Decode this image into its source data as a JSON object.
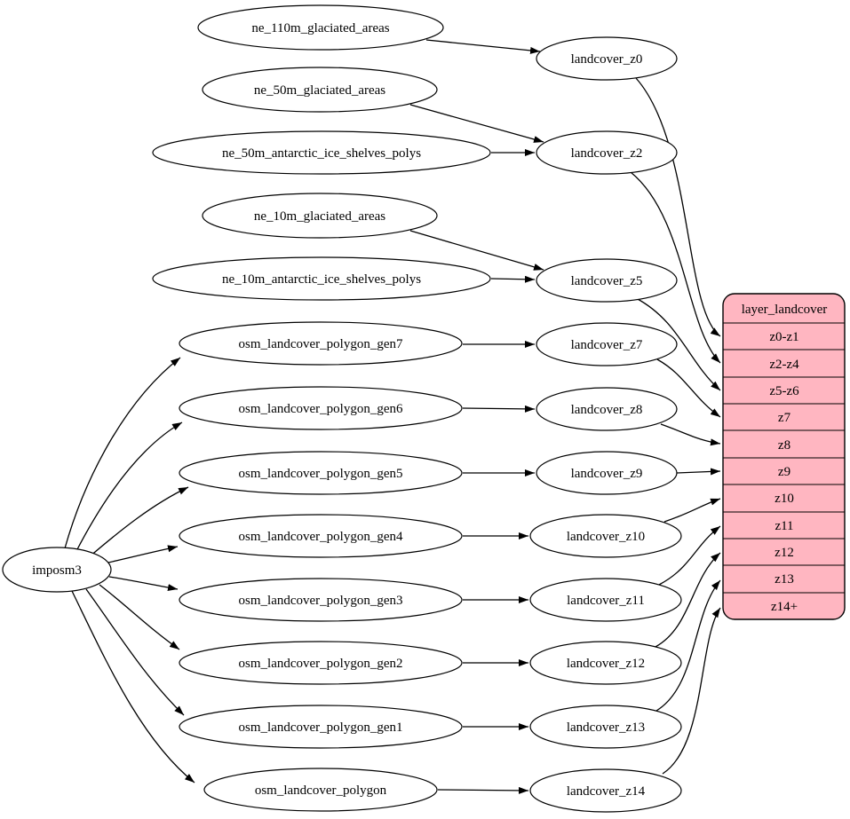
{
  "diagram": {
    "kind": "dependency-graph",
    "background_color": "#ffffff",
    "node_fill": "#ffffff",
    "edge_color": "#000000",
    "record_fill": "#ffb6c1"
  },
  "nodes": {
    "imposm3": {
      "label": "imposm3"
    },
    "ne_110m_glaciated_areas": {
      "label": "ne_110m_glaciated_areas"
    },
    "ne_50m_glaciated_areas": {
      "label": "ne_50m_glaciated_areas"
    },
    "ne_50m_antarctic_ice_shelves_polys": {
      "label": "ne_50m_antarctic_ice_shelves_polys"
    },
    "ne_10m_glaciated_areas": {
      "label": "ne_10m_glaciated_areas"
    },
    "ne_10m_antarctic_ice_shelves_polys": {
      "label": "ne_10m_antarctic_ice_shelves_polys"
    },
    "osm_landcover_polygon_gen7": {
      "label": "osm_landcover_polygon_gen7"
    },
    "osm_landcover_polygon_gen6": {
      "label": "osm_landcover_polygon_gen6"
    },
    "osm_landcover_polygon_gen5": {
      "label": "osm_landcover_polygon_gen5"
    },
    "osm_landcover_polygon_gen4": {
      "label": "osm_landcover_polygon_gen4"
    },
    "osm_landcover_polygon_gen3": {
      "label": "osm_landcover_polygon_gen3"
    },
    "osm_landcover_polygon_gen2": {
      "label": "osm_landcover_polygon_gen2"
    },
    "osm_landcover_polygon_gen1": {
      "label": "osm_landcover_polygon_gen1"
    },
    "osm_landcover_polygon": {
      "label": "osm_landcover_polygon"
    },
    "landcover_z0": {
      "label": "landcover_z0"
    },
    "landcover_z2": {
      "label": "landcover_z2"
    },
    "landcover_z5": {
      "label": "landcover_z5"
    },
    "landcover_z7": {
      "label": "landcover_z7"
    },
    "landcover_z8": {
      "label": "landcover_z8"
    },
    "landcover_z9": {
      "label": "landcover_z9"
    },
    "landcover_z10": {
      "label": "landcover_z10"
    },
    "landcover_z11": {
      "label": "landcover_z11"
    },
    "landcover_z12": {
      "label": "landcover_z12"
    },
    "landcover_z13": {
      "label": "landcover_z13"
    },
    "landcover_z14": {
      "label": "landcover_z14"
    }
  },
  "record": {
    "title": "layer_landcover",
    "rows": [
      "z0-z1",
      "z2-z4",
      "z5-z6",
      "z7",
      "z8",
      "z9",
      "z10",
      "z11",
      "z12",
      "z13",
      "z14+"
    ]
  },
  "edges": [
    {
      "from": "imposm3",
      "to": "osm_landcover_polygon_gen7"
    },
    {
      "from": "imposm3",
      "to": "osm_landcover_polygon_gen6"
    },
    {
      "from": "imposm3",
      "to": "osm_landcover_polygon_gen5"
    },
    {
      "from": "imposm3",
      "to": "osm_landcover_polygon_gen4"
    },
    {
      "from": "imposm3",
      "to": "osm_landcover_polygon_gen3"
    },
    {
      "from": "imposm3",
      "to": "osm_landcover_polygon_gen2"
    },
    {
      "from": "imposm3",
      "to": "osm_landcover_polygon_gen1"
    },
    {
      "from": "imposm3",
      "to": "osm_landcover_polygon"
    },
    {
      "from": "ne_110m_glaciated_areas",
      "to": "landcover_z0"
    },
    {
      "from": "ne_50m_glaciated_areas",
      "to": "landcover_z2"
    },
    {
      "from": "ne_50m_antarctic_ice_shelves_polys",
      "to": "landcover_z2"
    },
    {
      "from": "ne_10m_glaciated_areas",
      "to": "landcover_z5"
    },
    {
      "from": "ne_10m_antarctic_ice_shelves_polys",
      "to": "landcover_z5"
    },
    {
      "from": "osm_landcover_polygon_gen7",
      "to": "landcover_z7"
    },
    {
      "from": "osm_landcover_polygon_gen6",
      "to": "landcover_z8"
    },
    {
      "from": "osm_landcover_polygon_gen5",
      "to": "landcover_z9"
    },
    {
      "from": "osm_landcover_polygon_gen4",
      "to": "landcover_z10"
    },
    {
      "from": "osm_landcover_polygon_gen3",
      "to": "landcover_z11"
    },
    {
      "from": "osm_landcover_polygon_gen2",
      "to": "landcover_z12"
    },
    {
      "from": "osm_landcover_polygon_gen1",
      "to": "landcover_z13"
    },
    {
      "from": "osm_landcover_polygon",
      "to": "landcover_z14"
    },
    {
      "from": "landcover_z0",
      "to": "layer_landcover:z0-z1"
    },
    {
      "from": "landcover_z2",
      "to": "layer_landcover:z2-z4"
    },
    {
      "from": "landcover_z5",
      "to": "layer_landcover:z5-z6"
    },
    {
      "from": "landcover_z7",
      "to": "layer_landcover:z7"
    },
    {
      "from": "landcover_z8",
      "to": "layer_landcover:z8"
    },
    {
      "from": "landcover_z9",
      "to": "layer_landcover:z9"
    },
    {
      "from": "landcover_z10",
      "to": "layer_landcover:z10"
    },
    {
      "from": "landcover_z11",
      "to": "layer_landcover:z11"
    },
    {
      "from": "landcover_z12",
      "to": "layer_landcover:z12"
    },
    {
      "from": "landcover_z13",
      "to": "layer_landcover:z13"
    },
    {
      "from": "landcover_z14",
      "to": "layer_landcover:z14+"
    }
  ]
}
